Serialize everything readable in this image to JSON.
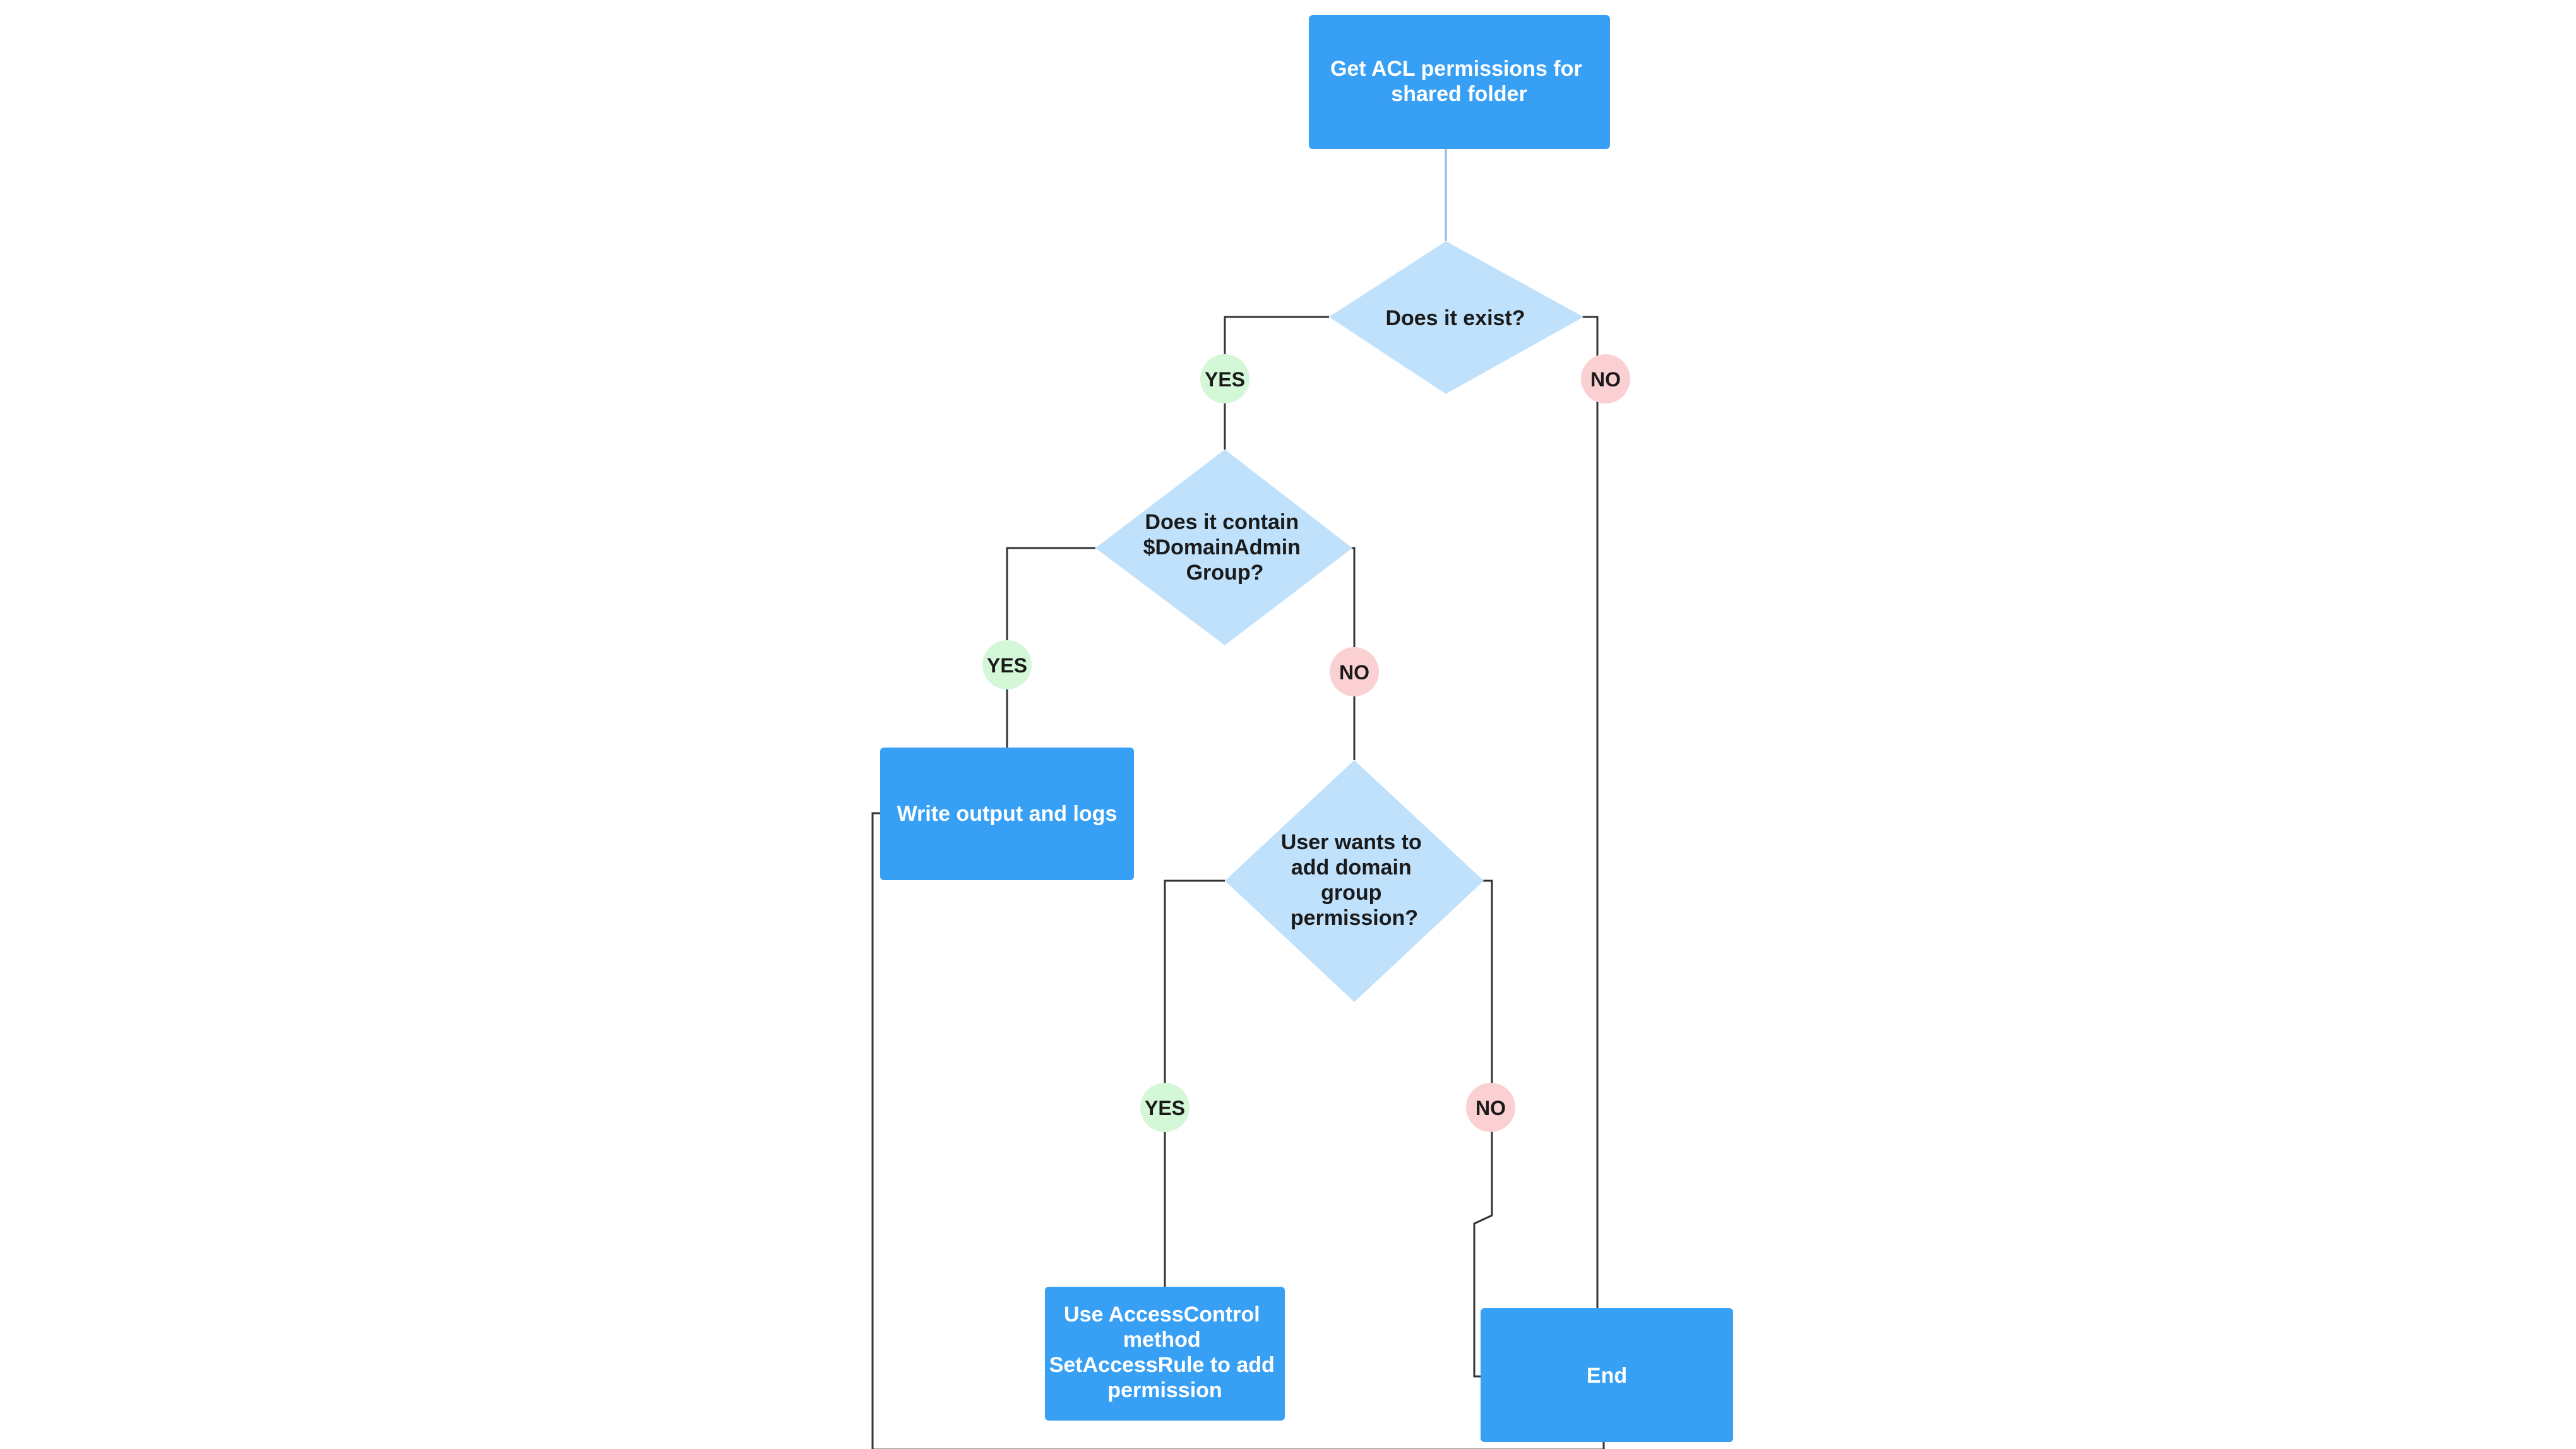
{
  "colors": {
    "process_fill": "#37a0f4",
    "decision_fill": "#bfe1fc",
    "yes_fill": "#d4f7d8",
    "no_fill": "#fbd0d2",
    "connector": "#333333"
  },
  "nodes": {
    "start": {
      "lines": [
        "Get ACL permissions for",
        "shared folder"
      ]
    },
    "exists_decision": {
      "lines": [
        "Does it exist?"
      ]
    },
    "contains_decision": {
      "lines": [
        "Does it contain",
        "$DomainAdmin",
        "Group?"
      ]
    },
    "write_output": {
      "lines": [
        "Write output and logs"
      ]
    },
    "user_wants_decision": {
      "lines": [
        "User wants to",
        "add domain",
        "group",
        "permission?"
      ]
    },
    "use_access_control": {
      "lines": [
        "Use AccessControl",
        "method",
        "SetAccessRule to add",
        "permission"
      ]
    },
    "end": {
      "lines": [
        "End"
      ]
    }
  },
  "labels": {
    "exists_yes": "YES",
    "exists_no": "NO",
    "contains_yes": "YES",
    "contains_no": "NO",
    "user_wants_yes": "YES",
    "user_wants_no": "NO"
  }
}
